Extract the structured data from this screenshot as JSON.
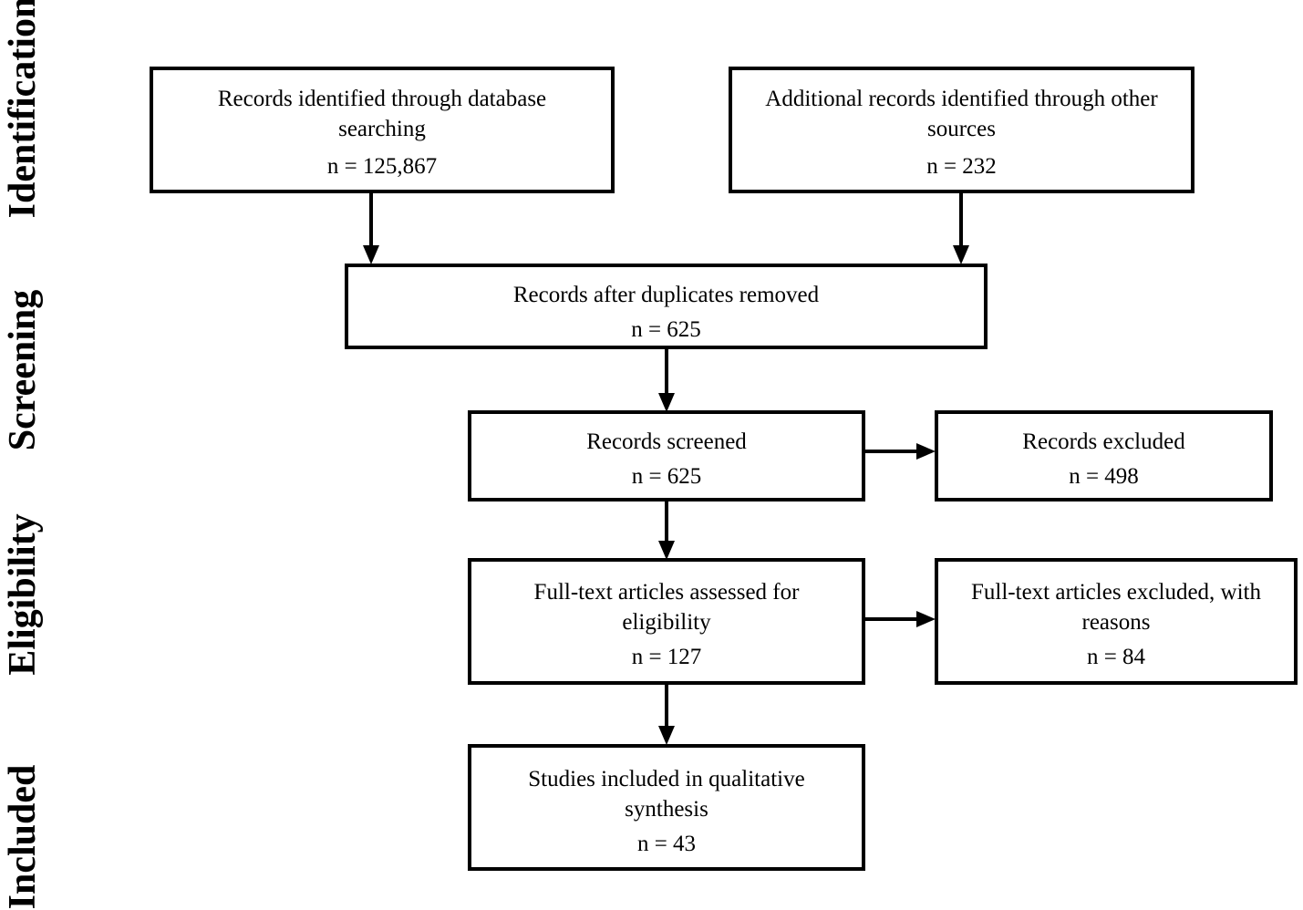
{
  "stages": {
    "identification": "Identification",
    "screening": "Screening",
    "eligibility": "Eligibility",
    "included": "Included"
  },
  "boxes": {
    "db_search": {
      "text": "Records identified through database searching",
      "count": "n = 125,867"
    },
    "other_sources": {
      "text": "Additional records identified through other sources",
      "count": "n = 232"
    },
    "dup_removed": {
      "text": "Records after duplicates removed",
      "count": "n = 625"
    },
    "screened": {
      "text": "Records screened",
      "count": "n = 625"
    },
    "excluded": {
      "text": "Records excluded",
      "count": "n = 498"
    },
    "fulltext_assessed": {
      "text": "Full-text articles assessed for eligibility",
      "count": "n = 127"
    },
    "fulltext_excluded": {
      "text": "Full-text articles excluded, with reasons",
      "count": "n = 84"
    },
    "included": {
      "text": "Studies included in qualitative synthesis",
      "count": "n = 43"
    }
  }
}
